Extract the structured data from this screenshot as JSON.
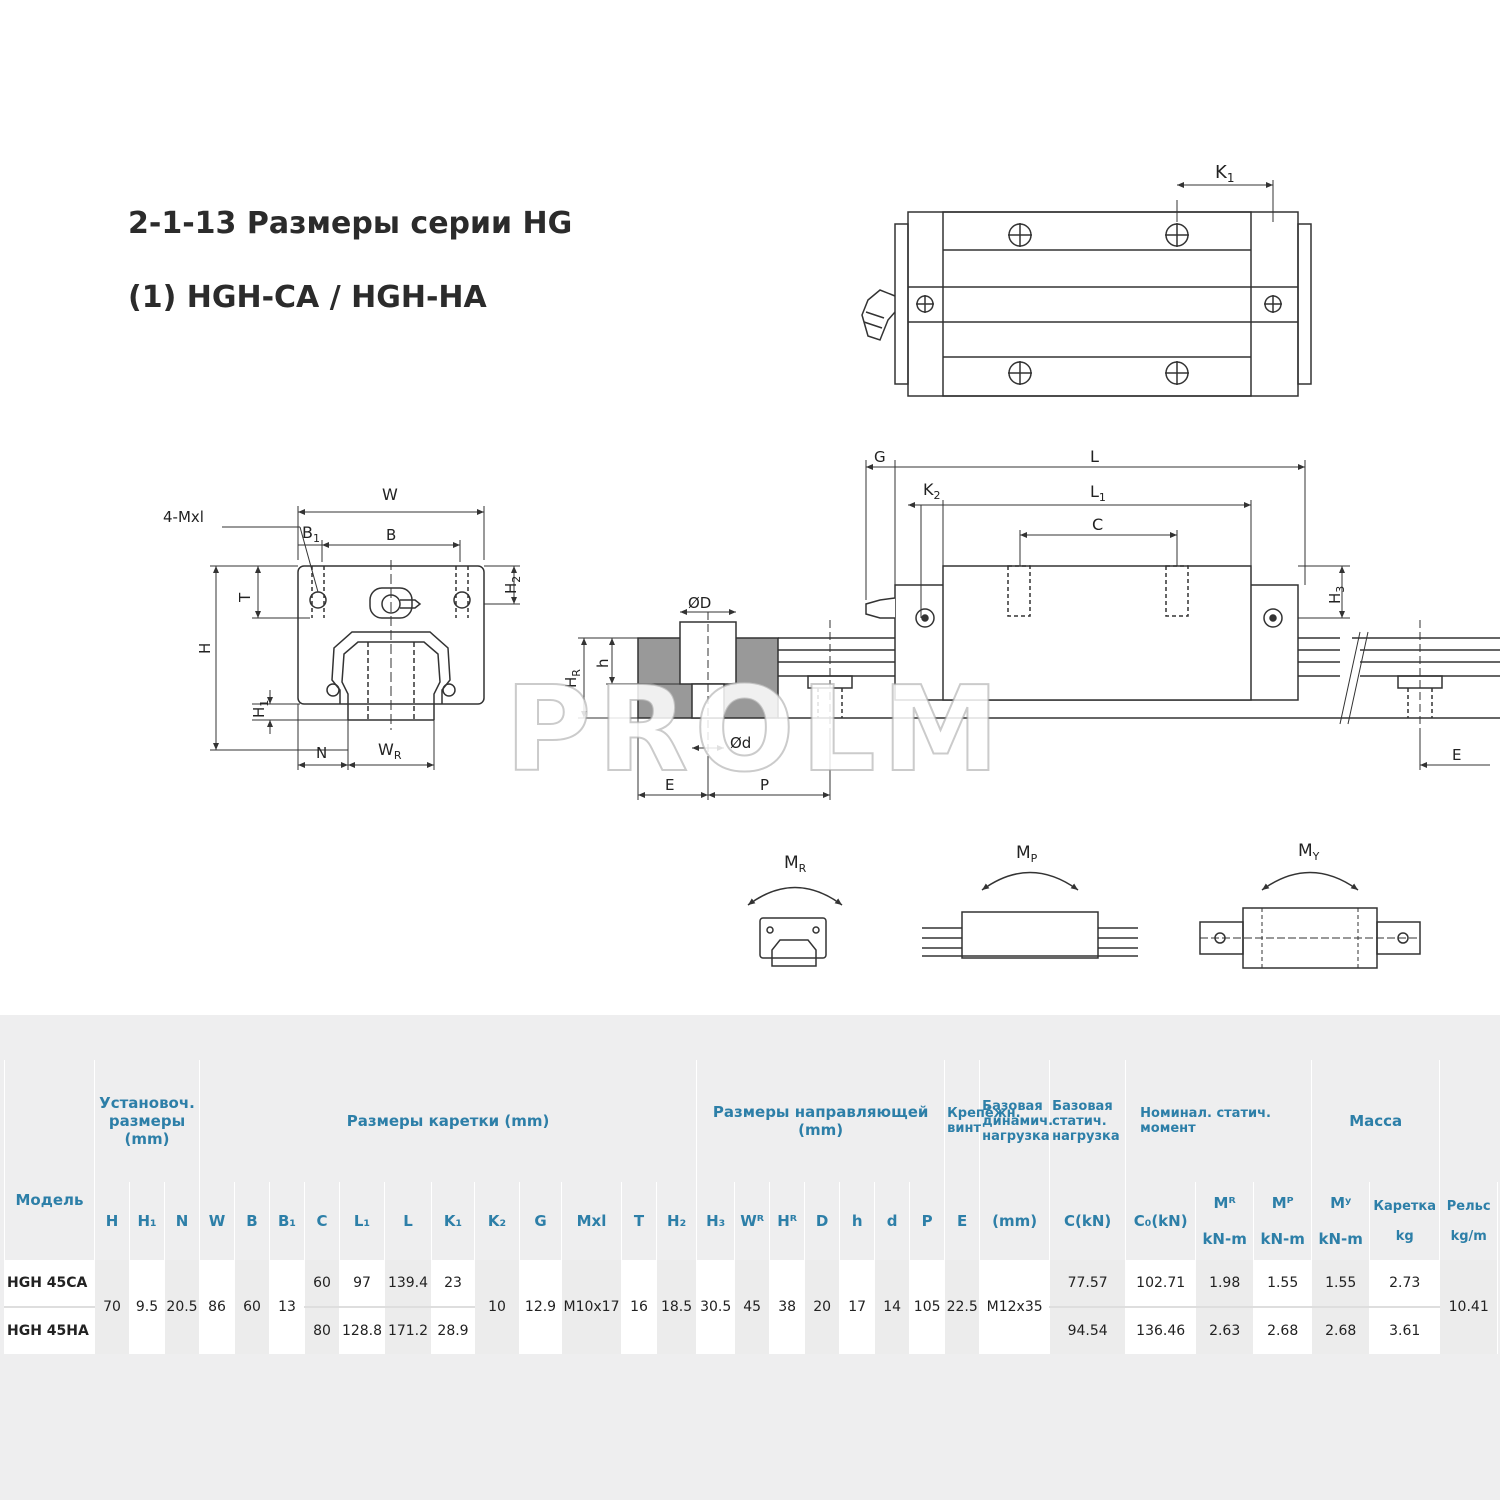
{
  "heading": {
    "title": "2-1-13 Размеры серии HG",
    "subtitle": "(1) HGH-CA / HGH-HA"
  },
  "watermark": "PROLM",
  "drawing_labels": {
    "k1": "K",
    "k1_sub": "1",
    "four_mxl": "4-Mxl",
    "w": "W",
    "b1": "B",
    "b1_sub": "1",
    "b": "B",
    "t": "T",
    "h2": "H",
    "h2_sub": "2",
    "h": "H",
    "h1": "H",
    "h1_sub": "1",
    "n": "N",
    "wr": "W",
    "wr_sub": "R",
    "g": "G",
    "l": "L",
    "k2": "K",
    "k2_sub": "2",
    "l1": "L",
    "l1_sub": "1",
    "c": "C",
    "h3": "H",
    "h3_sub": "3",
    "od": "ØD",
    "hr": "H",
    "hr_sub": "R",
    "hh": "h",
    "d": "Ød",
    "e": "E",
    "p": "P",
    "e2": "E",
    "mr": "M",
    "mr_sub": "R",
    "mp": "M",
    "mp_sub": "P",
    "my": "M",
    "my_sub": "Y"
  },
  "table": {
    "groups": {
      "model": "Модель",
      "install": "Установоч. размеры (mm)",
      "carriage": "Размеры каретки (mm)",
      "rail": "Размеры направляющей (mm)",
      "bolt": "Крепёжн. винт",
      "dyn": "Базовая динамич. нагрузка",
      "stat": "Базовая статич. нагрузка",
      "moment": "Номинал. статич. момент",
      "mass": "Масса"
    },
    "cols": {
      "H": "H",
      "H1": "H₁",
      "N": "N",
      "W": "W",
      "B": "B",
      "B1": "B₁",
      "C": "C",
      "L1": "L₁",
      "L": "L",
      "K1": "K₁",
      "K2": "K₂",
      "G": "G",
      "Mxl": "Mxl",
      "T": "T",
      "H2": "H₂",
      "H3": "H₃",
      "WR": "Wᴿ",
      "HR": "Hᴿ",
      "D": "D",
      "h": "h",
      "d": "d",
      "P": "P",
      "E": "E",
      "bolt_unit": "(mm)",
      "C_kN": "C(kN)",
      "C0_kN": "C₀(kN)",
      "MR": "Mᴿ",
      "MP": "Mᴾ",
      "MY": "Mʸ",
      "MR_u": "kN-m",
      "MP_u": "kN-m",
      "MY_u": "kN-m",
      "carriage": "Каретка",
      "rail": "Рельс",
      "kg": "kg",
      "kgm": "kg/m"
    },
    "shared": {
      "H": "70",
      "H1": "9.5",
      "N": "20.5",
      "W": "86",
      "B": "60",
      "B1": "13",
      "K2": "10",
      "G": "12.9",
      "Mxl": "M10x17",
      "T": "16",
      "H2": "18.5",
      "H3": "30.5",
      "WR": "45",
      "HR": "38",
      "D": "20",
      "h": "17",
      "d": "14",
      "P": "105",
      "E": "22.5",
      "bolt": "M12x35",
      "rail_mass": "10.41"
    },
    "rows": [
      {
        "model": "HGH 45CA",
        "C": "60",
        "L1": "97",
        "L": "139.4",
        "K1": "23",
        "Cdyn": "77.57",
        "C0": "102.71",
        "MR": "1.98",
        "MP": "1.55",
        "MY": "1.55",
        "mass": "2.73"
      },
      {
        "model": "HGH 45HA",
        "C": "80",
        "L1": "128.8",
        "L": "171.2",
        "K1": "28.9",
        "Cdyn": "94.54",
        "C0": "136.46",
        "MR": "2.63",
        "MP": "2.68",
        "MY": "2.68",
        "mass": "3.61"
      }
    ]
  }
}
